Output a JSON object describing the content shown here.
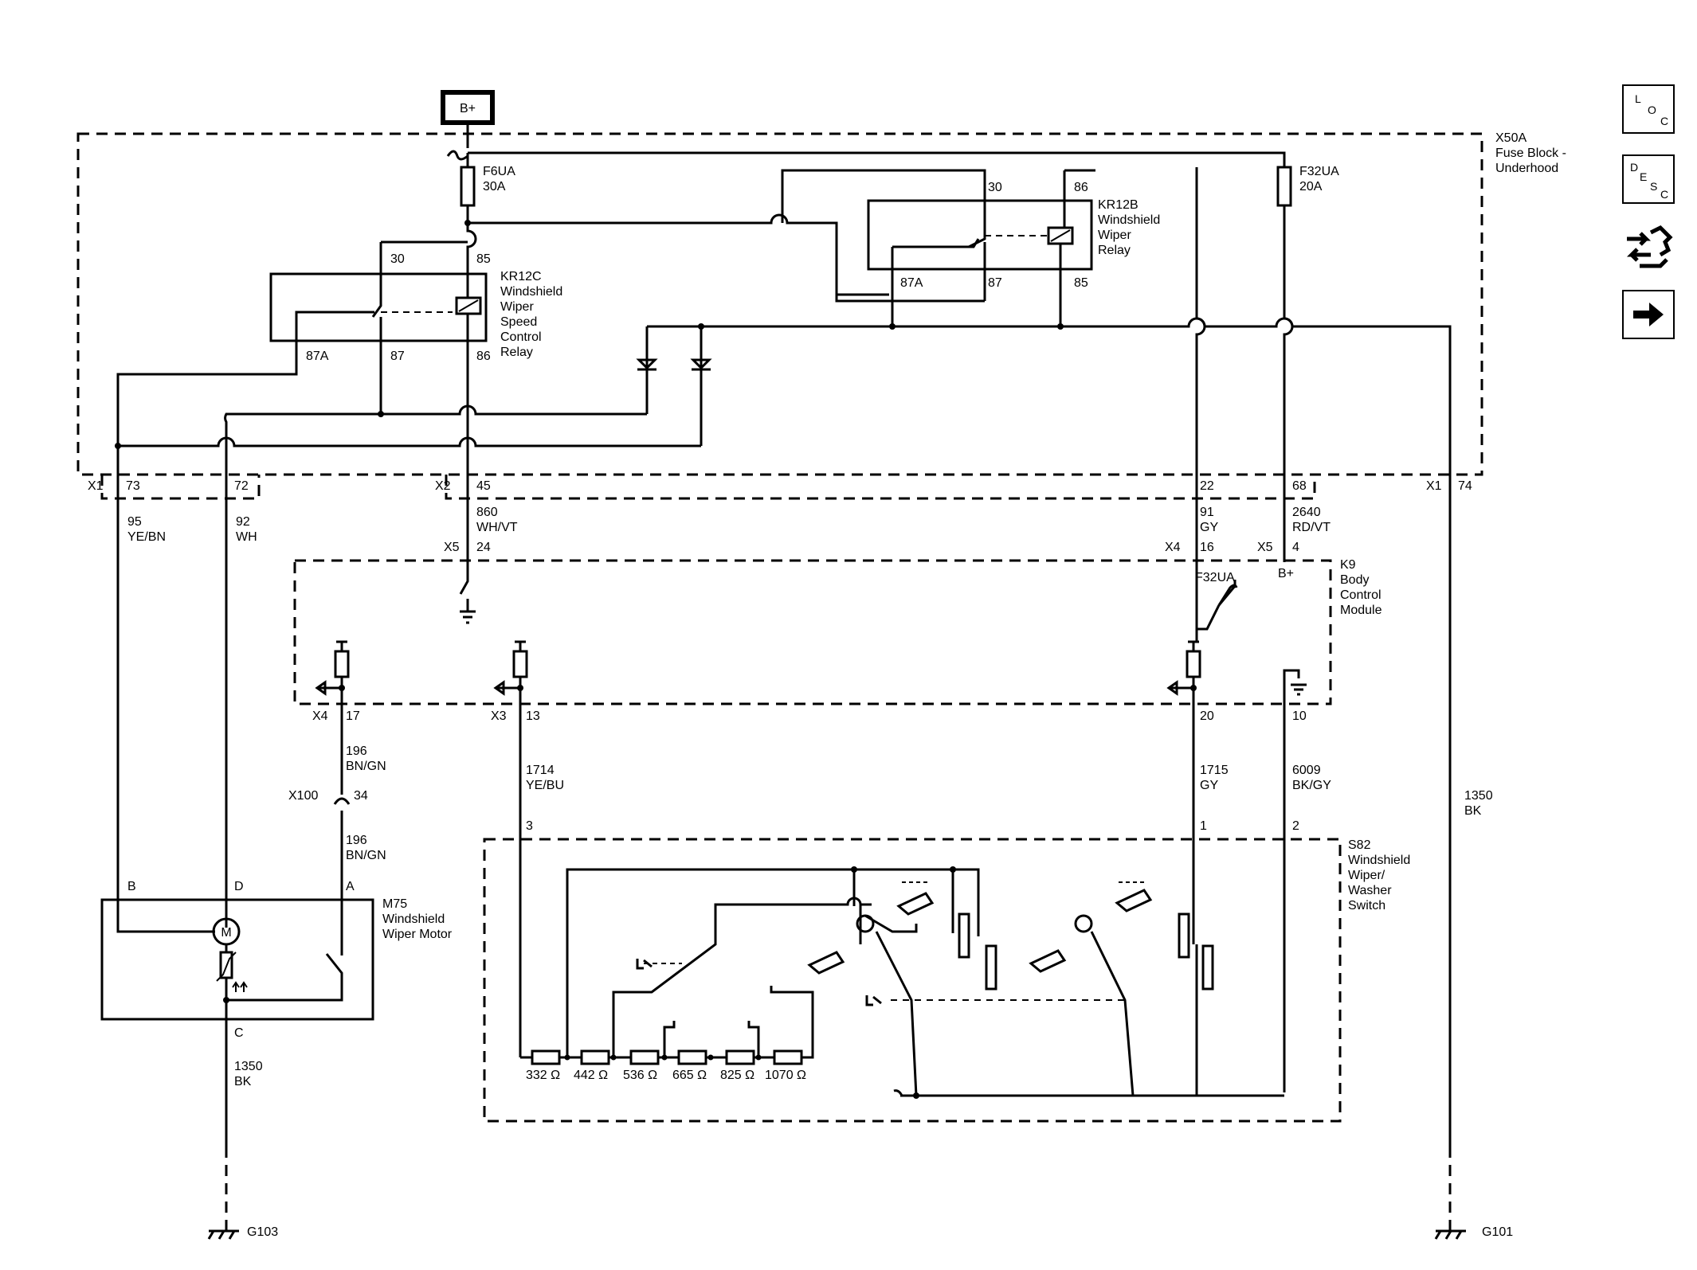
{
  "supply": {
    "label": "B+"
  },
  "fuse_block": {
    "id": "X50A",
    "line1": "Fuse Block -",
    "line2": "Underhood"
  },
  "fuses": {
    "f6ua": {
      "id": "F6UA",
      "rating": "30A"
    },
    "f32ua": {
      "id": "F32UA",
      "rating": "20A"
    }
  },
  "relay_kr12c": {
    "id": "KR12C",
    "name": [
      "Windshield",
      "Wiper",
      "Speed",
      "Control",
      "Relay"
    ],
    "pins": {
      "p30": "30",
      "p85": "85",
      "p87a": "87A",
      "p87": "87",
      "p86": "86"
    }
  },
  "relay_kr12b": {
    "id": "KR12B",
    "name": [
      "Windshield",
      "Wiper",
      "Relay"
    ],
    "pins": {
      "p30": "30",
      "p86": "86",
      "p87a": "87A",
      "p87": "87",
      "p85": "85"
    }
  },
  "connectors": {
    "x1_left": {
      "conn": "X1",
      "pins": [
        "73",
        "72"
      ]
    },
    "x2": {
      "conn": "X2",
      "pin": "45"
    },
    "x_22": {
      "pin": "22"
    },
    "x_68": {
      "pin": "68"
    },
    "x1_right": {
      "conn": "X1",
      "pin": "74"
    }
  },
  "wires": {
    "w95": {
      "num": "95",
      "color": "YE/BN"
    },
    "w92": {
      "num": "92",
      "color": "WH"
    },
    "w860": {
      "num": "860",
      "color": "WH/VT"
    },
    "w91": {
      "num": "91",
      "color": "GY"
    },
    "w2640": {
      "num": "2640",
      "color": "RD/VT"
    },
    "w196a": {
      "num": "196",
      "color": "BN/GN"
    },
    "w196b": {
      "num": "196",
      "color": "BN/GN"
    },
    "w1714": {
      "num": "1714",
      "color": "YE/BU"
    },
    "w1715": {
      "num": "1715",
      "color": "GY"
    },
    "w6009": {
      "num": "6009",
      "color": "BK/GY"
    },
    "w1350a": {
      "num": "1350",
      "color": "BK"
    },
    "w1350b": {
      "num": "1350",
      "color": "BK"
    }
  },
  "bcm": {
    "id": "K9",
    "name": [
      "Body",
      "Control",
      "Module"
    ],
    "top_pins": {
      "x5a_conn": "X5",
      "x5a_pin": "24",
      "x4_conn": "X4",
      "x4_pin": "16",
      "x5b_conn": "X5",
      "x5b_pin": "4"
    },
    "internal_fuse": "F32UA",
    "bplus": "B+",
    "bottom_pins": {
      "x4_conn": "X4",
      "x4_pin": "17",
      "x3_conn": "X3",
      "x3_pin": "13",
      "p20": "20",
      "p10": "10"
    }
  },
  "x100": {
    "conn": "X100",
    "pin": "34"
  },
  "motor": {
    "id": "M75",
    "name": [
      "Windshield",
      "Wiper Motor"
    ],
    "pins": {
      "b": "B",
      "d": "D",
      "a": "A",
      "c": "C"
    },
    "symbol": "M"
  },
  "switch": {
    "id": "S82",
    "name": [
      "Windshield",
      "Wiper/",
      "Washer",
      "Switch"
    ],
    "pins": {
      "p3": "3",
      "p1": "1",
      "p2": "2"
    },
    "resistors": [
      "332 Ω",
      "442 Ω",
      "536 Ω",
      "665 Ω",
      "825 Ω",
      "1070 Ω"
    ]
  },
  "grounds": {
    "g103": "G103",
    "g101": "G101"
  },
  "sidebar": {
    "loc": {
      "letters": [
        "L",
        "O",
        "C"
      ]
    },
    "desc": {
      "letters": [
        "D",
        "E",
        "S",
        "C"
      ]
    },
    "icons": [
      "connector-service-icon",
      "next-arrow-icon"
    ]
  },
  "colors": {
    "line": "#000000",
    "background": "#ffffff"
  }
}
